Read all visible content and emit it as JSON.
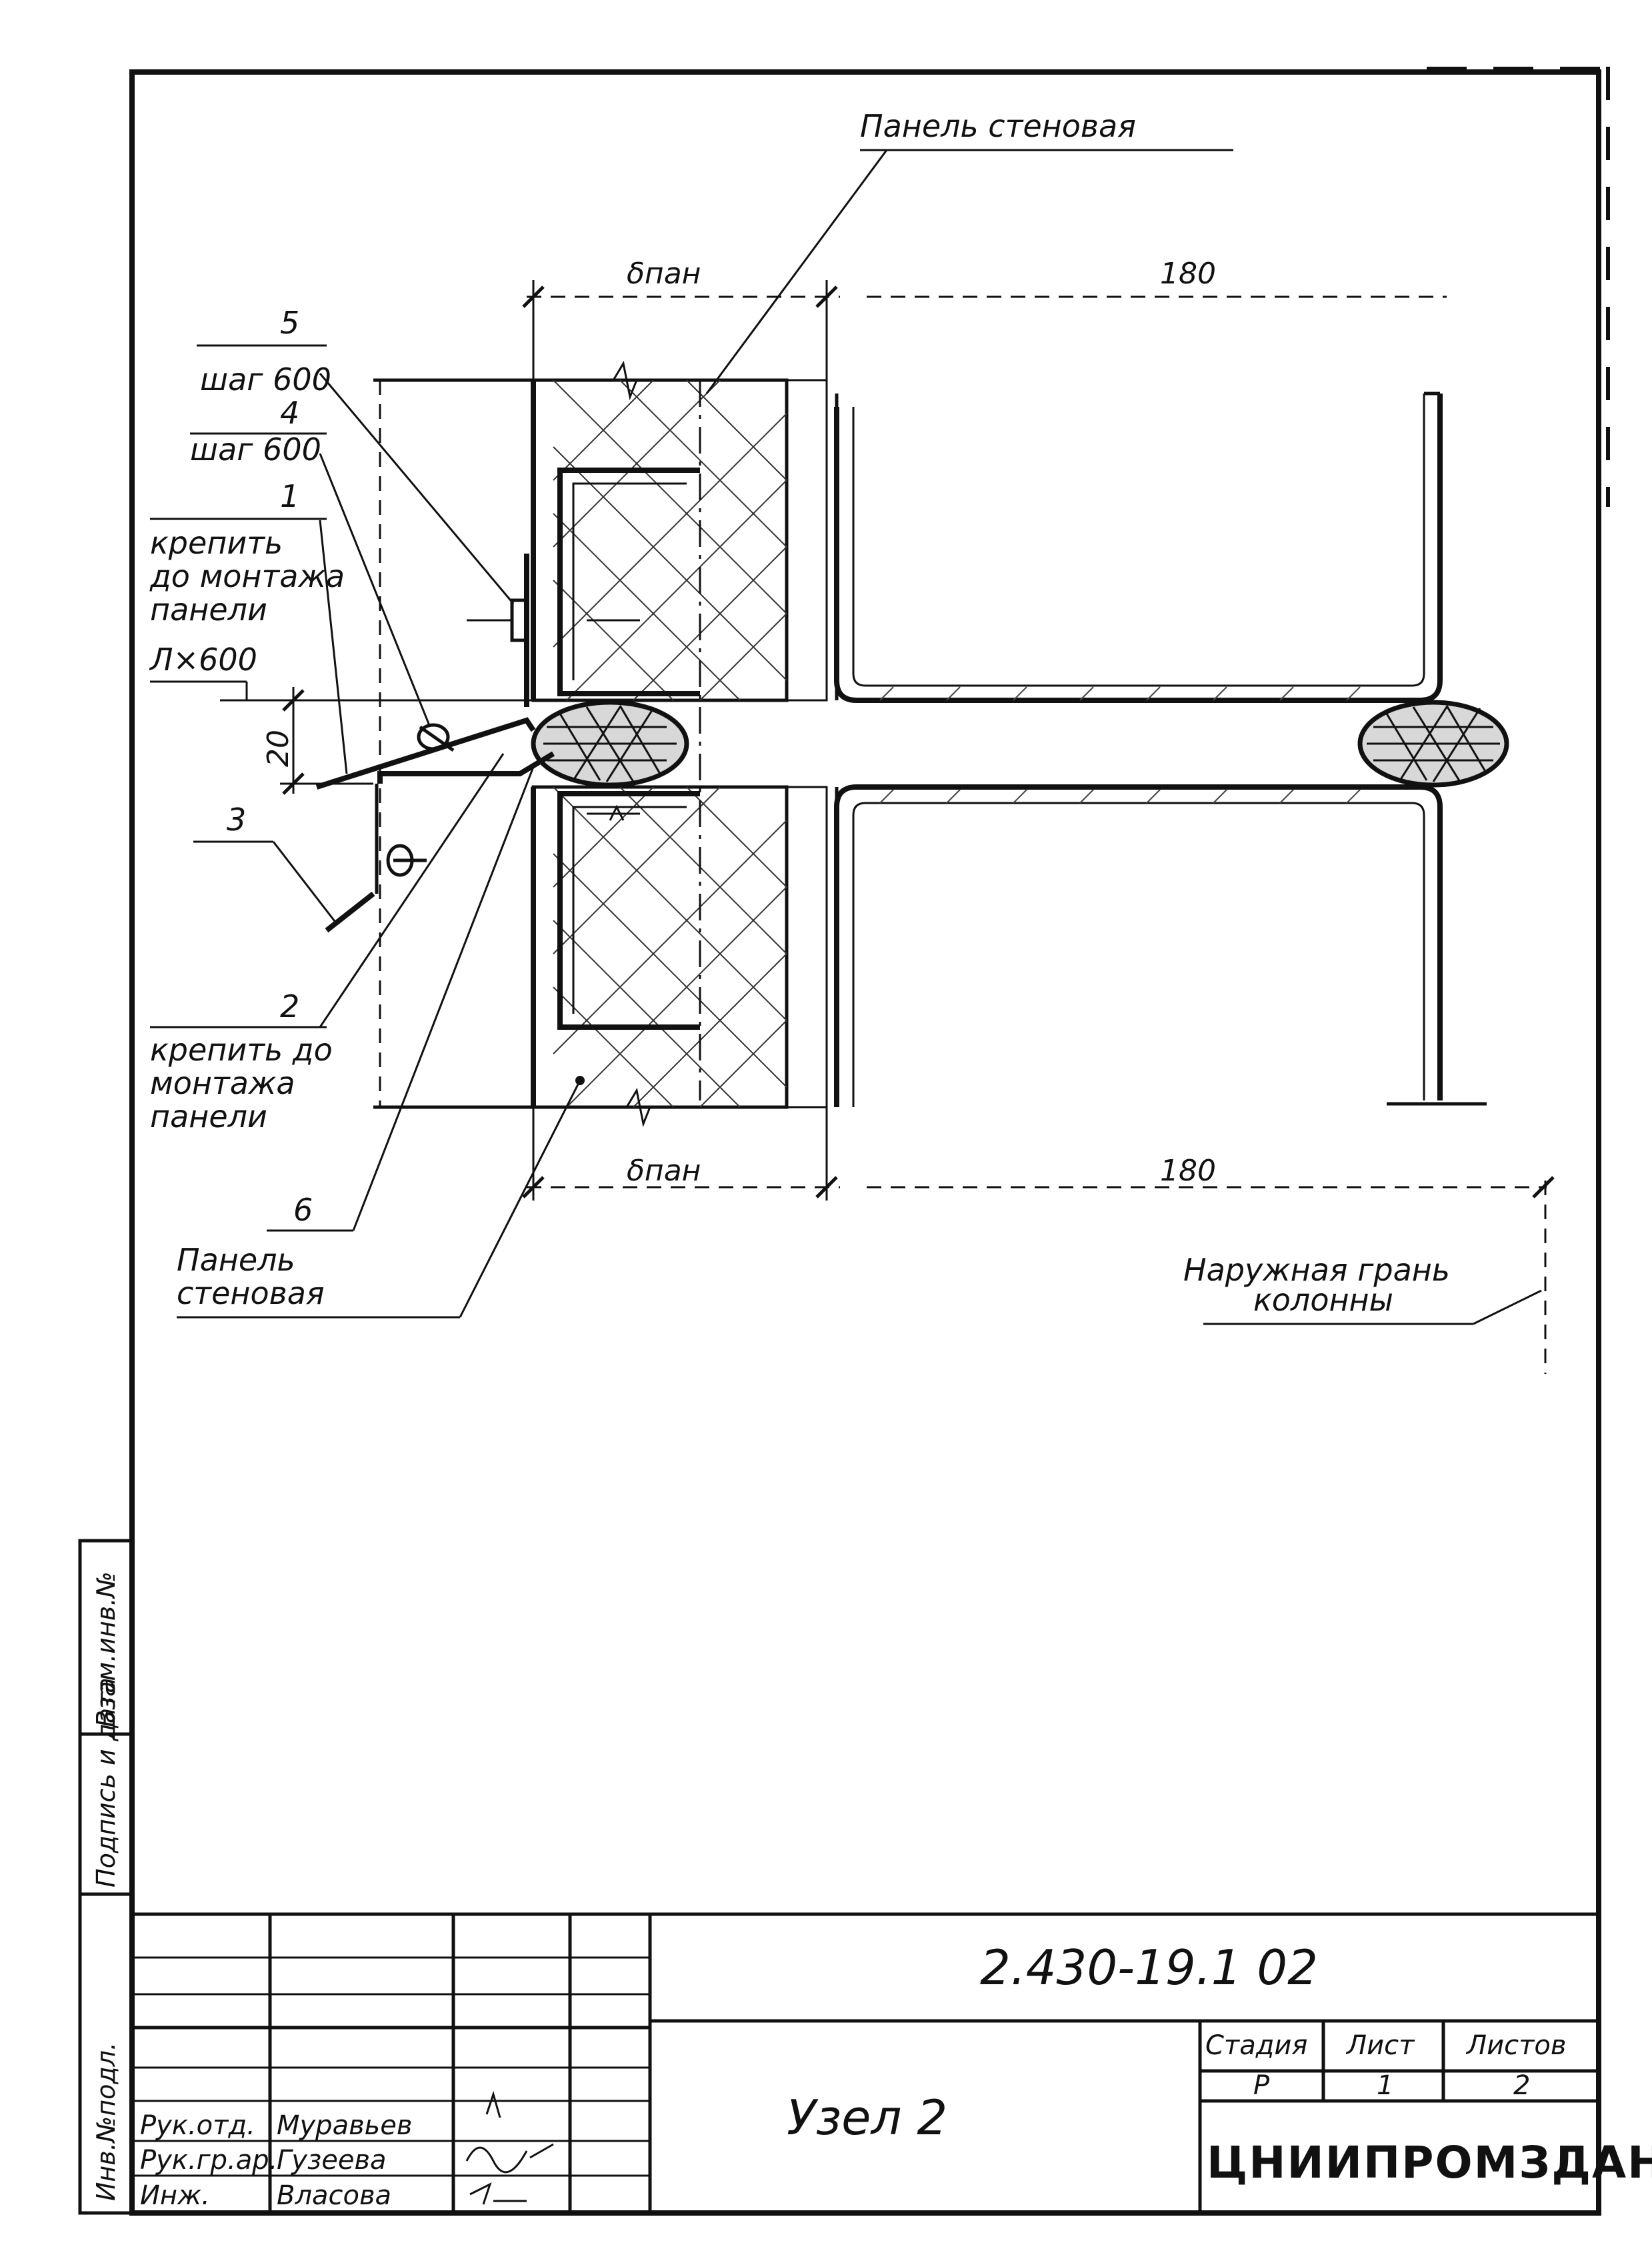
{
  "drawing": {
    "labels": {
      "panel_top": "Панель стеновая",
      "panel_bottom_line1": "Панель",
      "panel_bottom_line2": "стеновая",
      "column_face_line1": "Наружная грань",
      "column_face_line2": "колонны",
      "item5_num": "5",
      "item5_step": "шаг 600",
      "item4_num": "4",
      "item4_step": "шаг 600",
      "item1_num": "1",
      "item1_note_l1": "крепить",
      "item1_note_l2": "до монтажа",
      "item1_note_l3": "панели",
      "item_l600": "Л×600",
      "item3_num": "3",
      "item2_num": "2",
      "item2_note_l1": "крепить до",
      "item2_note_l2": "монтажа",
      "item2_note_l3": "панели",
      "item6_num": "6"
    },
    "dimensions": {
      "d_pan_top": "δпан",
      "d_180_top": "180",
      "d_20": "20",
      "d_pan_bottom": "δпан",
      "d_180_bottom": "180"
    }
  },
  "title_block": {
    "code": "2.430-19.1 02",
    "title": "Узел 2",
    "stage_header": "Стадия",
    "sheet_header": "Лист",
    "sheets_header": "Листов",
    "stage_value": "Р",
    "sheet_value": "1",
    "sheets_value": "2",
    "organization": "ЦНИИПРОМЗДАНИЙ",
    "roles": [
      "Рук.отд.",
      "Рук.гр.ар.",
      "Инж."
    ],
    "names": [
      "Муравьев",
      "Гузеева",
      "Власова"
    ]
  },
  "side_stamp": {
    "inv_podl": "Инв.№подл.",
    "sign_date": "Подпись и дата",
    "vzam_inv": "Взам.инв.№"
  }
}
